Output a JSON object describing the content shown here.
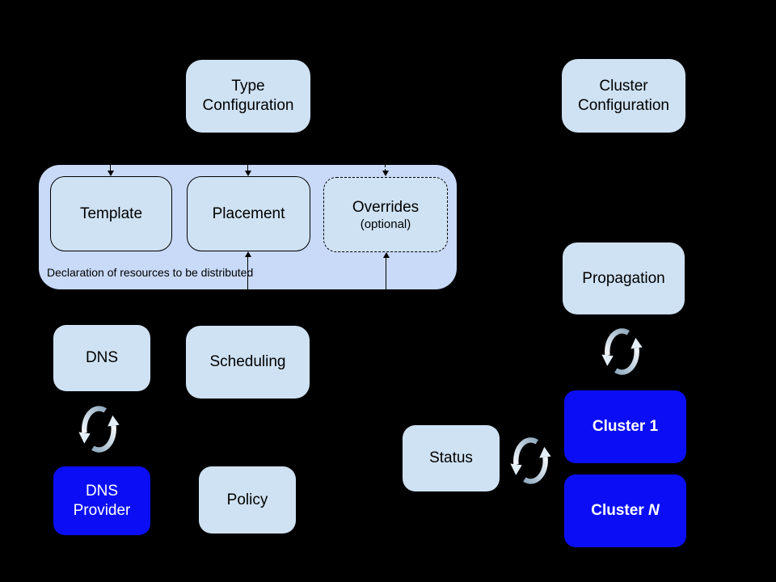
{
  "colors": {
    "bg": "#000000",
    "box-fill": "#cfe2f3",
    "group-fill": "#c9daf8",
    "cluster-blue": "#0b0ef5",
    "ink": "#000000",
    "ink-light": "#ffffff",
    "sync-dark": "#8fa9be",
    "sync-light": "#f3f8fc",
    "sync-head": "#e4eef6"
  },
  "nodes": {
    "type_configuration": {
      "lines": [
        "Type",
        "Configuration"
      ]
    },
    "cluster_configuration": {
      "lines": [
        "Cluster",
        "Configuration"
      ]
    },
    "resource_group": {
      "caption": "Declaration of resources to be distributed",
      "template": {
        "label": "Template"
      },
      "placement": {
        "label": "Placement"
      },
      "overrides": {
        "label": "Overrides",
        "sublabel": "(optional)"
      }
    },
    "dns": {
      "label": "DNS"
    },
    "scheduling": {
      "label": "Scheduling"
    },
    "dns_provider": {
      "lines": [
        "DNS",
        "Provider"
      ]
    },
    "policy": {
      "label": "Policy"
    },
    "propagation": {
      "label": "Propagation"
    },
    "status": {
      "label": "Status"
    },
    "cluster_1": {
      "label": "Cluster 1"
    },
    "cluster_n": {
      "prefix": "Cluster ",
      "n": "N"
    }
  },
  "icons": {
    "sync": "sync-icon"
  }
}
